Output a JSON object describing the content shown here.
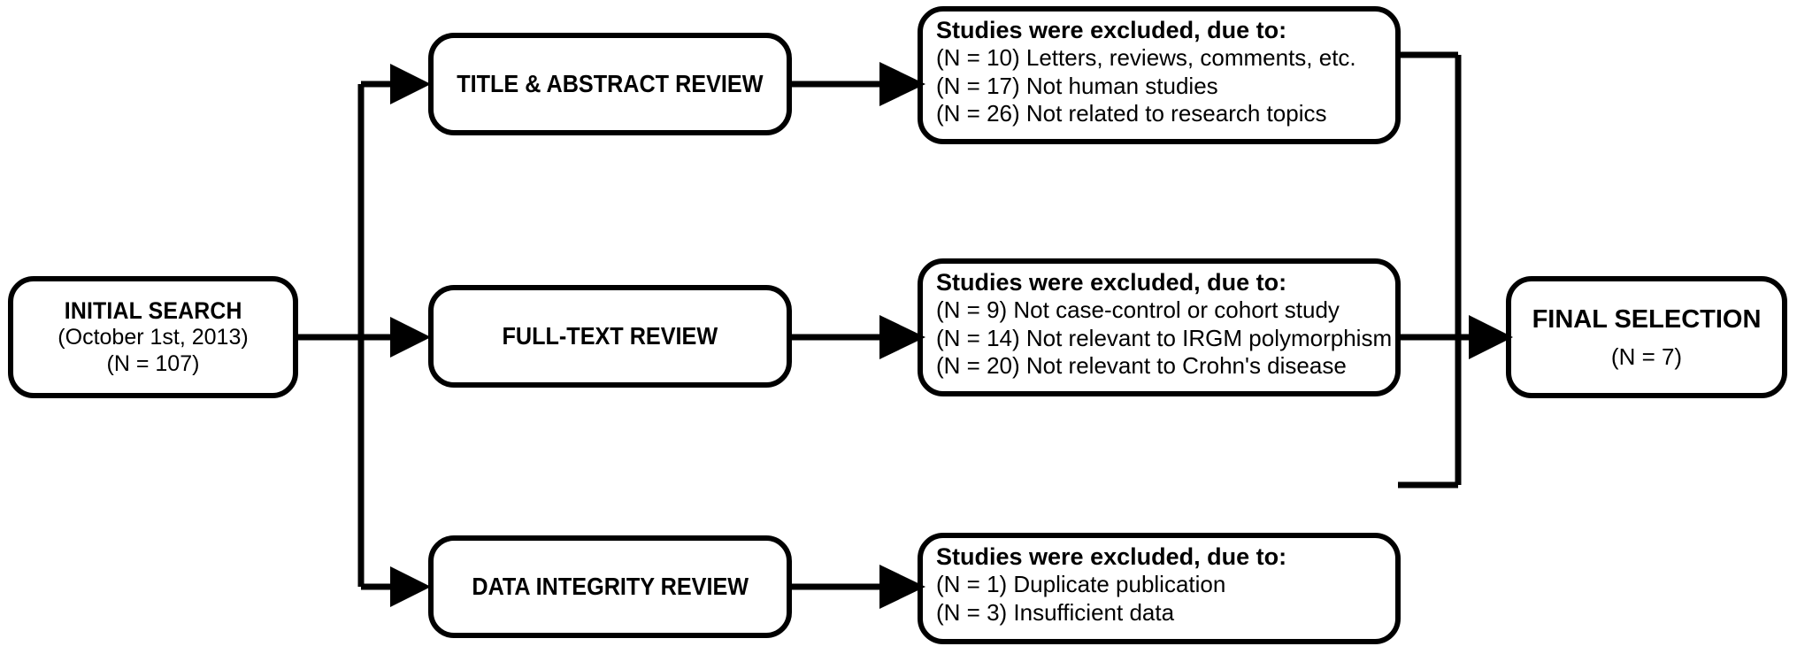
{
  "diagram": {
    "type": "flowchart",
    "title": "Study selection flow diagram",
    "orientation": "left-to-right",
    "colors": {
      "background": "#ffffff",
      "stroke": "#000000",
      "text": "#000000"
    }
  },
  "initial_search": {
    "title": "INITIAL SEARCH",
    "date_line": "(October 1st, 2013)",
    "count_line": "(N = 107)"
  },
  "stages": [
    {
      "label": "TITLE & ABSTRACT REVIEW"
    },
    {
      "label": "FULL-TEXT REVIEW"
    },
    {
      "label": "DATA INTEGRITY REVIEW"
    }
  ],
  "exclusions": [
    {
      "heading": "Studies were excluded, due to:",
      "items": [
        "(N = 10) Letters, reviews, comments, etc.",
        "(N = 17) Not human studies",
        "(N = 26) Not related to research topics"
      ]
    },
    {
      "heading": "Studies were excluded, due to:",
      "items": [
        "(N = 9) Not case-control or cohort study",
        "(N = 14) Not relevant to IRGM polymorphism",
        "(N = 20) Not relevant to Crohn's disease"
      ]
    },
    {
      "heading": "Studies were excluded, due to:",
      "items": [
        "(N = 1) Duplicate publication",
        "(N = 3) Insufficient data"
      ]
    }
  ],
  "final_selection": {
    "title": "FINAL SELECTION",
    "count_line": "(N = 7)"
  }
}
